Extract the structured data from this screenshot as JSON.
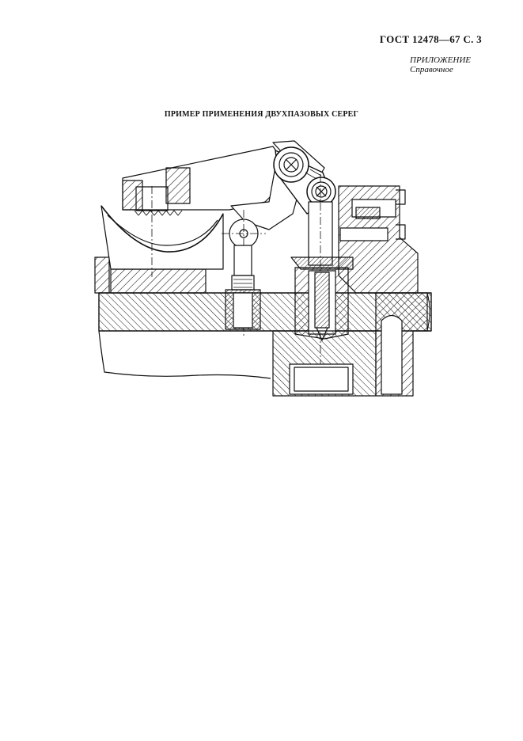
{
  "header": {
    "page_number": "ГОСТ 12478—67 С. 3"
  },
  "appendix": {
    "label": "ПРИЛОЖЕНИЕ",
    "note": "Справочное"
  },
  "figure": {
    "title": "ПРИМЕР ПРИМЕНЕНИЯ ДВУХПАЗОВЫХ СЕРЕГ"
  }
}
